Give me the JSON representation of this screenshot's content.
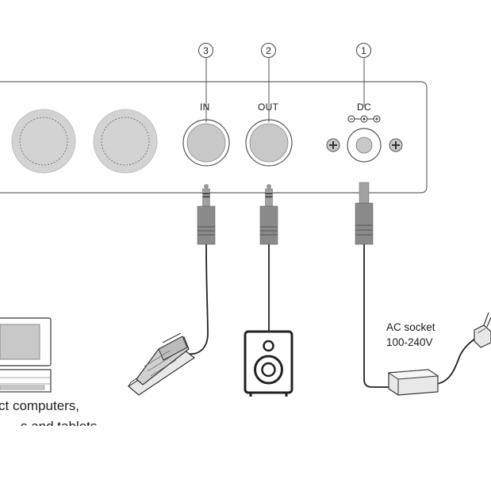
{
  "ports": {
    "in": {
      "number": "3",
      "label": "IN"
    },
    "out": {
      "number": "2",
      "label": "OUT"
    },
    "dc": {
      "number": "1",
      "label": "DC"
    }
  },
  "ac_socket": {
    "line1": "AC socket",
    "line2": "100-240V"
  },
  "caption": {
    "line1": "ct computers,",
    "line2": "s and tablets"
  },
  "colors": {
    "line": "#555555",
    "knob": "#d3d3d3",
    "jack": "#c8c8c8",
    "plug": "#8a8a8a"
  }
}
